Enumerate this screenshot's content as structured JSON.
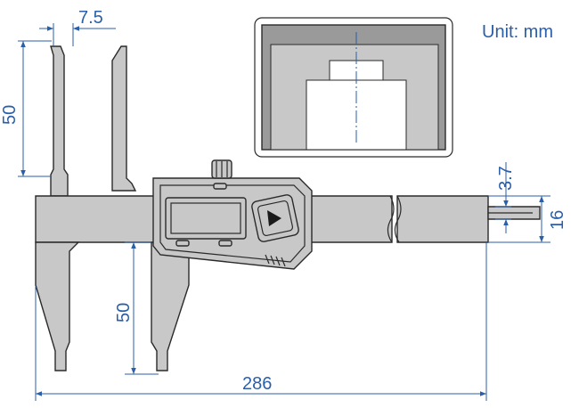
{
  "unit_label": "Unit: mm",
  "dimensions": {
    "jaw_gap_top": "7.5",
    "upper_jaw_length": "50",
    "lower_jaw_length": "50",
    "total_length": "286",
    "beam_thickness": "3.7",
    "beam_width": "16"
  },
  "colors": {
    "dimension": "#2b5fa8",
    "body": "#c8c8c8",
    "outline": "#2a2a2a",
    "inset_frame": "#9a9a9a"
  },
  "icons": {
    "play_button": "play-triangle-icon"
  }
}
